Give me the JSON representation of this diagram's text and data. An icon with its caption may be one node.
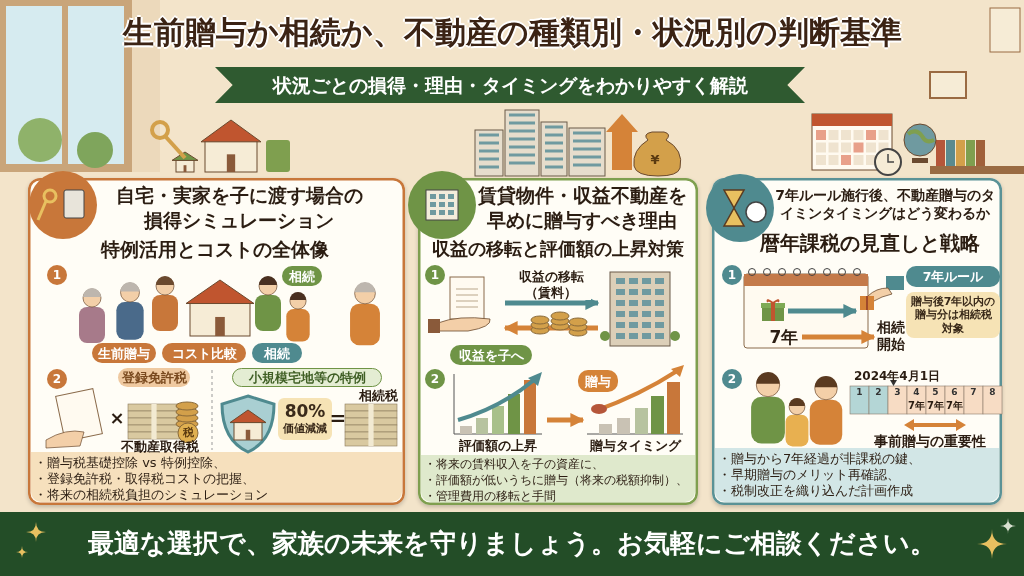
{
  "diagram": {
    "title": "生前贈与か相続か、不動産の種類別・状況別の判断基準",
    "nodes": [
      {
        "text": [
          "状況ごとの損得・理由・タイミングをわかりやすく解説"
        ]
      },
      {
        "text": [
          "自宅・実家を子に渡す場合の損得シミュレーション",
          "特例活用とコストの全体像",
          "・贈与税基礎控除 vs 特例控除、",
          "・登録免許税・取得税コストの把握、",
          "・将来の相続税負担のシミュレーション"
        ]
      },
      {
        "text": [
          "1"
        ],
        "in": 1
      },
      {
        "text": [
          "相続"
        ],
        "in": 1
      },
      {
        "text": [
          "生前贈与"
        ],
        "in": 1
      },
      {
        "text": [
          "コスト比較"
        ],
        "in": 1
      },
      {
        "text": [
          "相続"
        ],
        "in": 1
      },
      {
        "text": [
          "2"
        ],
        "in": 1
      },
      {
        "text": [
          "登録免許税"
        ],
        "in": 1
      },
      {
        "text": [
          "小規模宅地等の特例"
        ],
        "in": 1
      },
      {
        "text": [
          "80%",
          "価値減減"
        ],
        "in": 1
      },
      {
        "text": [
          "賃貸物件・収益不動産を早めに贈与すべき理由",
          "収益の移転と評価額の上昇対策",
          "・将来の賃料収入を子の資産に、",
          "・評価額が低いうちに贈与（将来の税額抑制）、",
          "・管理費用の移転と手間"
        ]
      },
      {
        "text": [
          "1"
        ],
        "in": 11
      },
      {
        "text": [],
        "shape": "picture",
        "in": 11
      },
      {
        "text": [],
        "shape": "picture",
        "in": 11
      },
      {
        "text": [
          "収益を子へ"
        ],
        "in": 11
      },
      {
        "text": [
          "2"
        ],
        "in": 11
      },
      {
        "text": [],
        "shape": "picture",
        "in": 11,
        "beside": [
          "評価額の上昇"
        ]
      },
      {
        "text": [
          "贈与"
        ],
        "in": 11
      },
      {
        "text": [],
        "shape": "picture",
        "in": 11,
        "beside": [
          "贈与タイミング"
        ]
      },
      {
        "text": [
          "7年ルール施行後、不動産贈与のタイミンタイミングはどう変わるか",
          "暦年課税の見直しと戦略",
          "・贈与から7年経過が非課税の鍵、",
          "・早期贈与のメリット再確認、",
          "・税制改正を織り込んだ計画作成"
        ]
      },
      {
        "text": [
          "1"
        ],
        "in": 20
      },
      {
        "text": [],
        "shape": "picture",
        "in": 20
      },
      {
        "text": [],
        "shape": "picture",
        "in": 20
      },
      {
        "text": [
          "7年"
        ],
        "in": 20
      },
      {
        "text": [
          "相続開始"
        ],
        "in": 20
      },
      {
        "text": [
          "7年ルール"
        ],
        "in": 20
      },
      {
        "text": [
          "贈与後7年以内の贈与分は相続税対象"
        ],
        "in": 20
      },
      {
        "text": [
          "2"
        ],
        "in": 20
      },
      {
        "text": [
          "最適な選択で、家族の未来を守りましょう。お気軽にご相談ください。"
        ]
      }
    ],
    "edges": [
      {
        "from": 13,
        "to": 14,
        "arrow": "to",
        "label": "収益の移転（賃料）",
        "color": "#4f8a8f"
      },
      {
        "from": 14,
        "to": 13,
        "arrow": "to"
      },
      {
        "from": 17,
        "to": 19,
        "arrow": "to"
      },
      {
        "from": 22,
        "to": 23,
        "arrow": "to",
        "color": "#4f8a8f"
      },
      {
        "from": 24,
        "to": 25,
        "arrow": "to"
      }
    ],
    "labels": [
      "¥",
      "×",
      "税",
      "不動産取得税",
      "=",
      "相続税",
      "2024年4月1日",
      "1",
      "2",
      "3",
      "4",
      "5",
      "6",
      "7",
      "8",
      "7年",
      "7年",
      "7年",
      "事前贈与の重要性"
    ]
  }
}
